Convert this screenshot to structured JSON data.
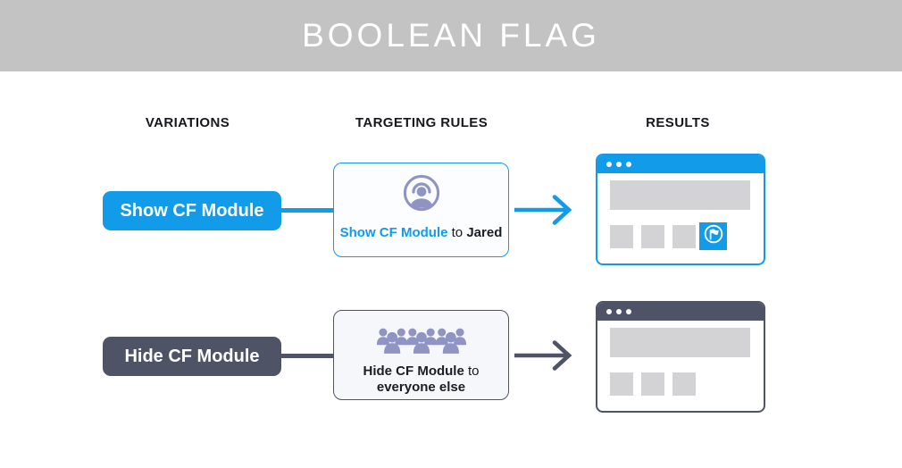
{
  "header": {
    "title": "BOOLEAN FLAG"
  },
  "columns": [
    {
      "label": "VARIATIONS"
    },
    {
      "label": "TARGETING RULES"
    },
    {
      "label": "RESULTS"
    }
  ],
  "rows": [
    {
      "variation": "Show CF Module",
      "rule": {
        "icon": "person-circle-icon",
        "highlight": "Show CF Module",
        "middle": " to ",
        "target": "Jared"
      },
      "result": {
        "kind": "module-shown",
        "placeholder_squares": 3,
        "has_flag_square": true
      }
    },
    {
      "variation": "Hide CF Module",
      "rule": {
        "icon": "crowd-icon",
        "highlight": "Hide CF Module",
        "middle": " to ",
        "target": "everyone else"
      },
      "result": {
        "kind": "module-hidden",
        "placeholder_squares": 3,
        "has_flag_square": false
      }
    }
  ],
  "colors": {
    "accent_blue": "#119BE8",
    "slate": "#4F5366",
    "icon_purple": "#8F94C4",
    "placeholder_gray": "#D3D3D6",
    "header_gray": "#C3C3C4",
    "text_dark": "#17181D"
  }
}
